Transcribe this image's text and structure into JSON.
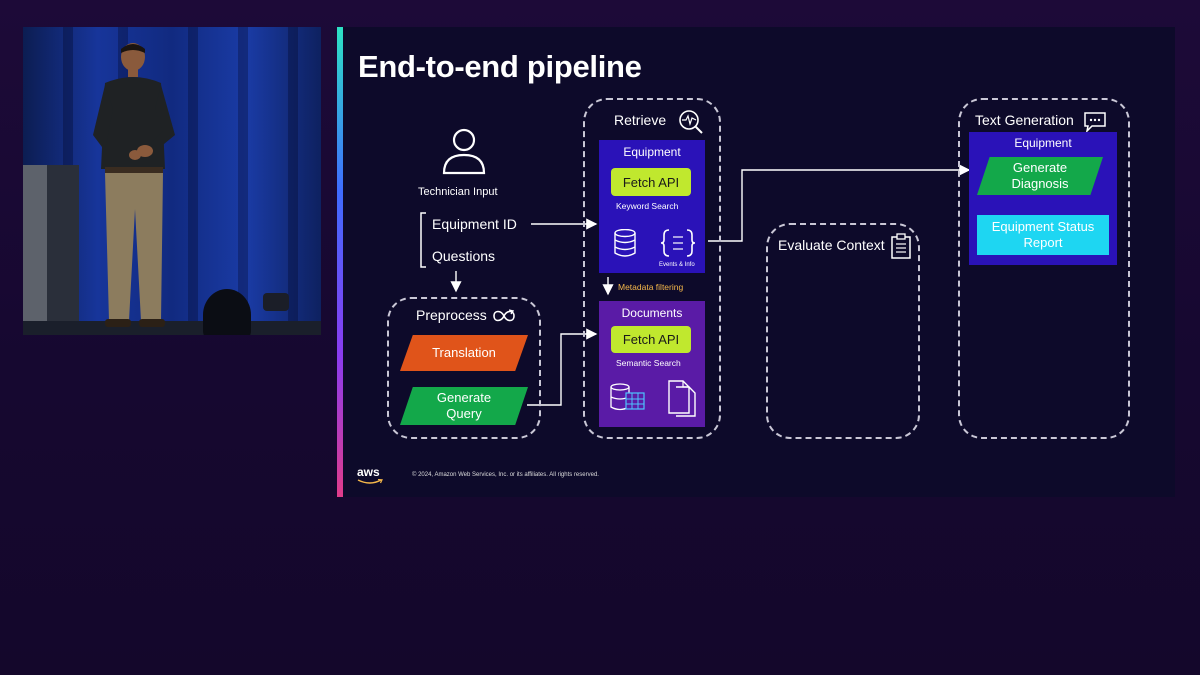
{
  "slide": {
    "title": "End-to-end pipeline",
    "copyright": "© 2024, Amazon Web Services, Inc. or its affiliates. All rights reserved.",
    "logo_text": "aws"
  },
  "input": {
    "technician_label": "Technician Input",
    "equipment_id": "Equipment ID",
    "questions": "Questions"
  },
  "preprocess": {
    "label": "Preprocess",
    "translation": "Translation",
    "generate_query": "Generate Query",
    "colors": {
      "translation": "#e0541a",
      "generate_query": "#13a84a"
    }
  },
  "retrieve": {
    "label": "Retrieve",
    "equipment": {
      "title": "Equipment",
      "fetch_api": "Fetch API",
      "search": "Keyword Search",
      "output": "Events & Info",
      "color": "#2a12b8"
    },
    "metadata_filtering": "Metadata filtering",
    "documents": {
      "title": "Documents",
      "fetch_api": "Fetch API",
      "search": "Semantic Search",
      "color": "#5a1ba6"
    }
  },
  "evaluate": {
    "label": "Evaluate Context"
  },
  "text_generation": {
    "label": "Text Generation",
    "equipment_title": "Equipment",
    "generate_diagnosis": "Generate Diagnosis",
    "status_report": "Equipment Status Report",
    "colors": {
      "diagnosis": "#13a84a",
      "status": "#1ed6f2"
    }
  },
  "icons": [
    "user-icon",
    "search-pulse-icon",
    "cycle-icon",
    "database-icon",
    "braces-icon",
    "documents-icon",
    "clipboard-icon",
    "chat-icon"
  ],
  "colors": {
    "background": "#1b0a36",
    "slide": "#0d0a2a",
    "pill": "#c0e82e",
    "metadata_text": "#f5b84a"
  }
}
